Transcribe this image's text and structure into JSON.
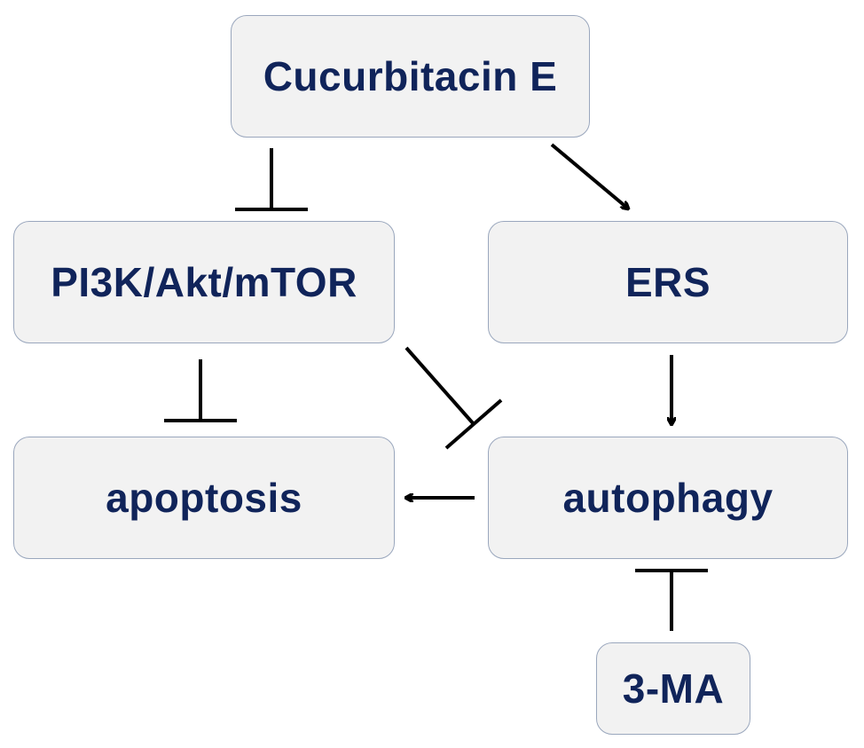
{
  "nodes": {
    "cucurbitacin": "Cucurbitacin E",
    "pi3k": "PI3K/Akt/mTOR",
    "ers": "ERS",
    "apoptosis": "apoptosis",
    "autophagy": "autophagy",
    "ma3": "3-MA"
  },
  "edges": [
    {
      "from": "Cucurbitacin E",
      "to": "PI3K/Akt/mTOR",
      "type": "inhibit"
    },
    {
      "from": "Cucurbitacin E",
      "to": "ERS",
      "type": "activate"
    },
    {
      "from": "PI3K/Akt/mTOR",
      "to": "apoptosis",
      "type": "inhibit"
    },
    {
      "from": "PI3K/Akt/mTOR",
      "to": "autophagy",
      "type": "inhibit"
    },
    {
      "from": "ERS",
      "to": "autophagy",
      "type": "activate"
    },
    {
      "from": "autophagy",
      "to": "apoptosis",
      "type": "activate"
    },
    {
      "from": "3-MA",
      "to": "autophagy",
      "type": "inhibit"
    }
  ],
  "colors": {
    "node_fill": "#f2f2f2",
    "node_border": "#9aa7bd",
    "text": "#10245a",
    "edge": "#000000"
  }
}
